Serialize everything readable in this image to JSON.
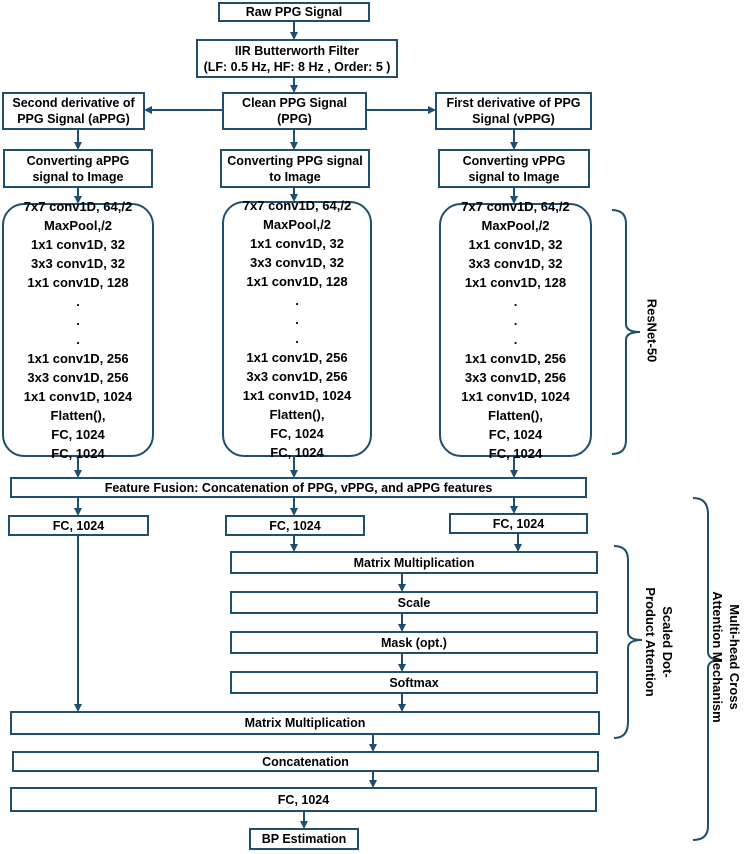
{
  "colors": {
    "line": "#1f4e6e",
    "box_border": "#1f4e6e",
    "text": "#000000"
  },
  "nodes": {
    "raw": "Raw PPG Signal",
    "iir": "IIR Butterworth Filter\n(LF: 0.5 Hz, HF: 8 Hz , Order: 5 )",
    "second_deriv": "Second derivative of\nPPG Signal (aPPG)",
    "clean": "Clean PPG Signal\n(PPG)",
    "first_deriv": "First derivative of PPG\nSignal (vPPG)",
    "conv_appg": "Converting aPPG\nsignal to Image",
    "conv_ppg": "Converting PPG signal\nto Image",
    "conv_vppg": "Converting vPPG\nsignal to Image",
    "resnet_layers": "7x7 conv1D, 64,/2\nMaxPool,/2\n1x1 conv1D, 32\n3x3 conv1D, 32\n1x1 conv1D, 128\n.\n.\n.\n1x1 conv1D, 256\n3x3 conv1D, 256\n1x1 conv1D, 1024\nFlatten(),\nFC, 1024\nFC, 1024",
    "fusion": "Feature Fusion: Concatenation of PPG, vPPG, and aPPG features",
    "fc_left": "FC, 1024",
    "fc_mid": "FC, 1024",
    "fc_right": "FC, 1024",
    "matmul_top": "Matrix Multiplication",
    "scale": "Scale",
    "mask": "Mask (opt.)",
    "softmax": "Softmax",
    "matmul_bottom": "Matrix Multiplication",
    "concat": "Concatenation",
    "fc_final": "FC, 1024",
    "bp": "BP Estimation"
  },
  "brackets": {
    "resnet": "ResNet-50",
    "sdpa": "Scaled Dot-\nProduct Attention",
    "mhca": "Multi-head Cross\nAttention Mechanism"
  }
}
